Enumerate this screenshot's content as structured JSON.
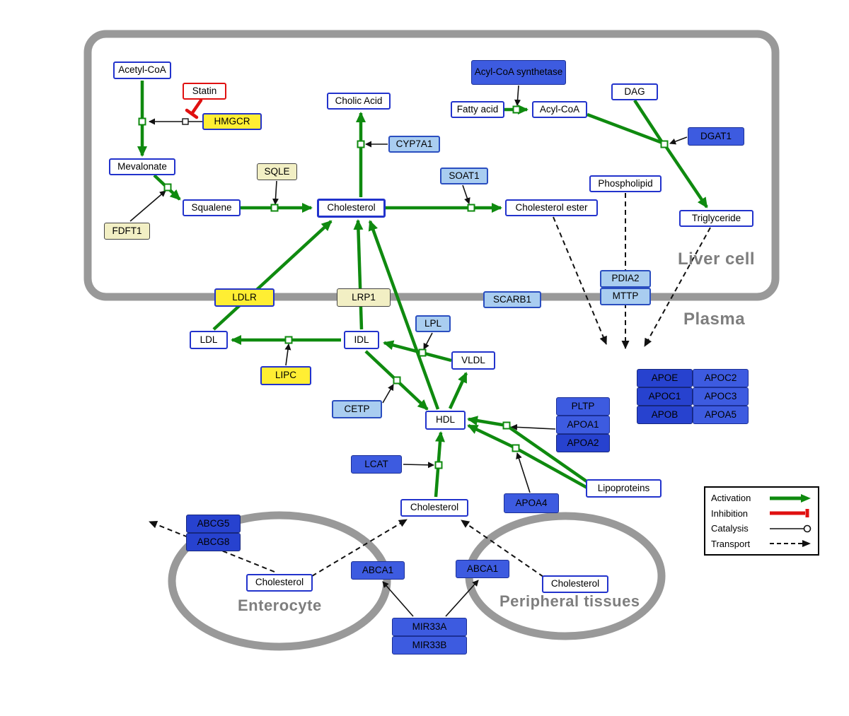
{
  "regions": {
    "liver": "Liver cell",
    "plasma": "Plasma",
    "enterocyte": "Enterocyte",
    "peripheral": "Peripheral tissues"
  },
  "legend": {
    "activation": "Activation",
    "inhibition": "Inhibition",
    "catalysis": "Catalysis",
    "transport": "Transport"
  },
  "colors": {
    "activation": "#0f8a0f",
    "inhibition": "#e01010",
    "transport": "#111111",
    "membrane": "#999999",
    "metabolite_border": "#2233cc",
    "gene_yellow": "#ffee33",
    "gene_cream": "#f2efc4",
    "gene_lightblue": "#a9cdf0",
    "gene_blue": "#3d5be0",
    "gene_darkblue": "#2742cf"
  },
  "nodes": {
    "acetyl_coa": "Acetyl-CoA",
    "statin": "Statin",
    "hmgcr": "HMGCR",
    "mevalonate": "Mevalonate",
    "sqle": "SQLE",
    "fdft1": "FDFT1",
    "squalene": "Squalene",
    "cholesterol_liver": "Cholesterol",
    "cholic_acid": "Cholic Acid",
    "cyp7a1": "CYP7A1",
    "soat1": "SOAT1",
    "cholesterol_ester": "Cholesterol ester",
    "acyl_coa_synthetase": "Acyl-CoA synthetase",
    "fatty_acid": "Fatty acid",
    "acyl_coa": "Acyl-CoA",
    "dag": "DAG",
    "dgat1": "DGAT1",
    "phospholipid": "Phospholipid",
    "triglyceride": "Triglyceride",
    "ldlr": "LDLR",
    "lrp1": "LRP1",
    "scarb1": "SCARB1",
    "pdia2": "PDIA2",
    "mttp": "MTTP",
    "ldl": "LDL",
    "idl": "IDL",
    "lpl": "LPL",
    "vldl": "VLDL",
    "lipc": "LIPC",
    "cetp": "CETP",
    "hdl": "HDL",
    "lcat": "LCAT",
    "pltp": "PLTP",
    "apoa1": "APOA1",
    "apoa2": "APOA2",
    "apoa4": "APOA4",
    "lipoproteins": "Lipoproteins",
    "apoe": "APOE",
    "apoc2": "APOC2",
    "apoc1": "APOC1",
    "apoc3": "APOC3",
    "apob": "APOB",
    "apoa5": "APOA5",
    "cholesterol_plasma": "Cholesterol",
    "abcg5": "ABCG5",
    "abcg8": "ABCG8",
    "cholesterol_enterocyte": "Cholesterol",
    "abca1_enterocyte": "ABCA1",
    "abca1_peripheral": "ABCA1",
    "cholesterol_peripheral": "Cholesterol",
    "mir33a": "MIR33A",
    "mir33b": "MIR33B"
  }
}
